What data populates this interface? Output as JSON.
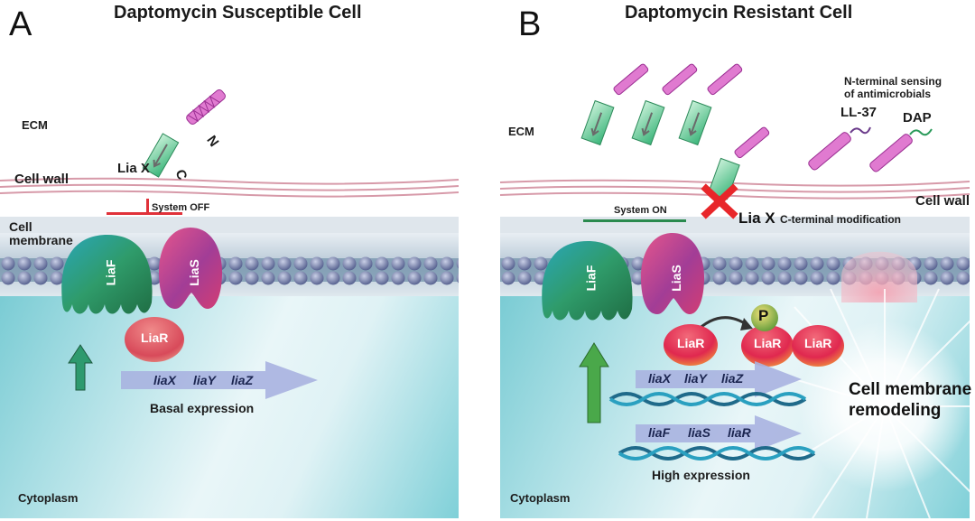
{
  "panel_a": {
    "letter": "A",
    "title": "Daptomycin Susceptible Cell",
    "labels": {
      "ecm": "ECM",
      "cell_wall": "Cell wall",
      "cell_membrane_1": "Cell",
      "cell_membrane_2": "membrane",
      "cytoplasm": "Cytoplasm",
      "liax": "Lia X",
      "n_terminus": "N",
      "c_terminus": "C",
      "system_state": "System OFF"
    },
    "proteins": {
      "liaf": "LiaF",
      "lias": "LiaS",
      "liar": "LiaR"
    },
    "operon": {
      "genes": [
        "liaX",
        "liaY",
        "liaZ"
      ],
      "caption": "Basal expression"
    },
    "colors": {
      "system_off": "#e0323a",
      "up_arrow": "#2e9a6e"
    }
  },
  "panel_b": {
    "letter": "B",
    "title": "Daptomycin Resistant Cell",
    "labels": {
      "ecm": "ECM",
      "cell_wall": "Cell wall",
      "cytoplasm": "Cytoplasm",
      "liax": "Lia X",
      "c_terminal": "C-terminal modification",
      "system_state": "System ON",
      "sensing_1": "N-terminal sensing",
      "sensing_2": "of antimicrobials",
      "ll37": "LL-37",
      "dap": "DAP",
      "remodeling_1": "Cell membrane",
      "remodeling_2": "remodeling"
    },
    "proteins": {
      "liaf": "LiaF",
      "lias": "LiaS",
      "liar": "LiaR",
      "liar_p1": "LiaR",
      "liar_p2": "LiaR",
      "phosphate": "P"
    },
    "operons": [
      {
        "genes": [
          "liaX",
          "liaY",
          "liaZ"
        ]
      },
      {
        "genes": [
          "liaF",
          "liaS",
          "liaR"
        ]
      }
    ],
    "caption": "High expression",
    "colors": {
      "system_on": "#2a8a4e",
      "up_arrow": "#4aa84a",
      "blocked_x": "#e8262a"
    }
  }
}
